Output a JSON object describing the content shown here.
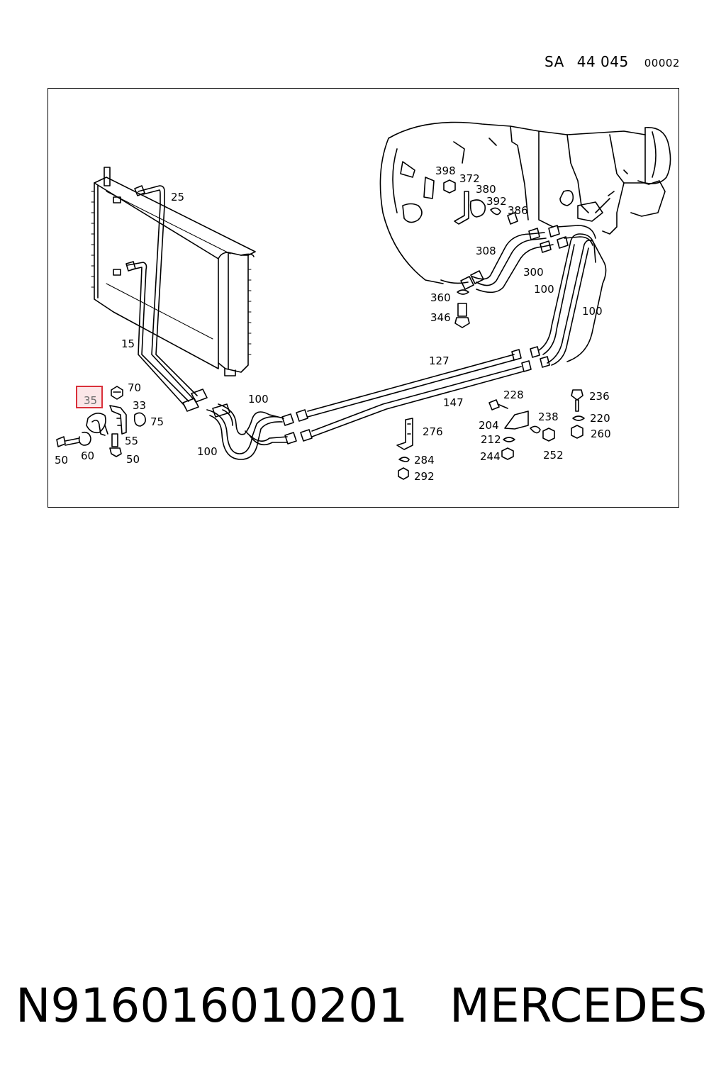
{
  "header": {
    "sa": "SA",
    "group": "44 045",
    "sheet": "00002"
  },
  "highlight": {
    "label": "35",
    "color": "#d9303a"
  },
  "callouts": {
    "c25": "25",
    "c15": "15",
    "c70": "70",
    "c33": "33",
    "c75": "75",
    "c55": "55",
    "c50a": "50",
    "c60": "60",
    "c50b": "50",
    "c100a": "100",
    "c100b": "100",
    "c127": "127",
    "c147": "147",
    "c276": "276",
    "c284": "284",
    "c292": "292",
    "c228": "228",
    "c204": "204",
    "c212": "212",
    "c244": "244",
    "c238": "238",
    "c252": "252",
    "c236": "236",
    "c220": "220",
    "c260": "260",
    "c398": "398",
    "c372": "372",
    "c380": "380",
    "c392": "392",
    "c386": "386",
    "c308": "308",
    "c300": "300",
    "c100c": "100",
    "c100d": "100",
    "c360": "360",
    "c346": "346"
  },
  "footer": {
    "part_number": "N916016010201",
    "brand": "MERCEDES"
  }
}
